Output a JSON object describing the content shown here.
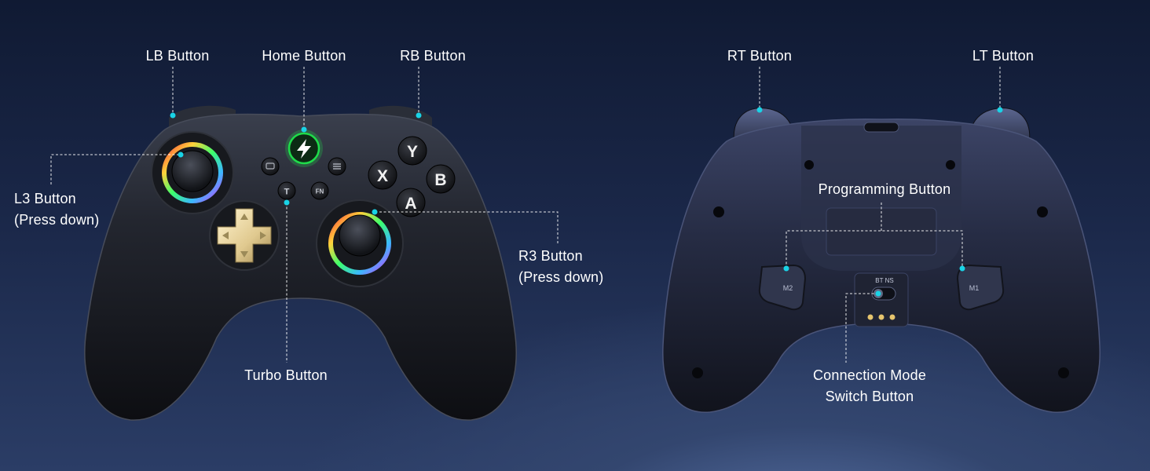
{
  "labels": {
    "lb": "LB Button",
    "home": "Home Button",
    "rb": "RB Button",
    "l3_line1": "L3 Button",
    "l3_line2": "(Press down)",
    "r3_line1": "R3 Button",
    "r3_line2": "(Press down)",
    "turbo": "Turbo Button",
    "rt": "RT Button",
    "lt": "LT Button",
    "programming": "Programming Button",
    "connection_line1": "Connection Mode",
    "connection_line2": "Switch Button"
  },
  "controller_front": {
    "face_buttons": {
      "y": "Y",
      "x": "X",
      "b": "B",
      "a": "A"
    },
    "small_buttons": {
      "turbo": "T",
      "fn": "FN"
    }
  },
  "controller_back": {
    "paddles": {
      "left": "M2",
      "right": "M1"
    },
    "mode_switch": "BT NS"
  },
  "colors": {
    "callout": "#19d3e6",
    "home_glow": "#1fdc4a",
    "dpad": "#e6d29a"
  }
}
